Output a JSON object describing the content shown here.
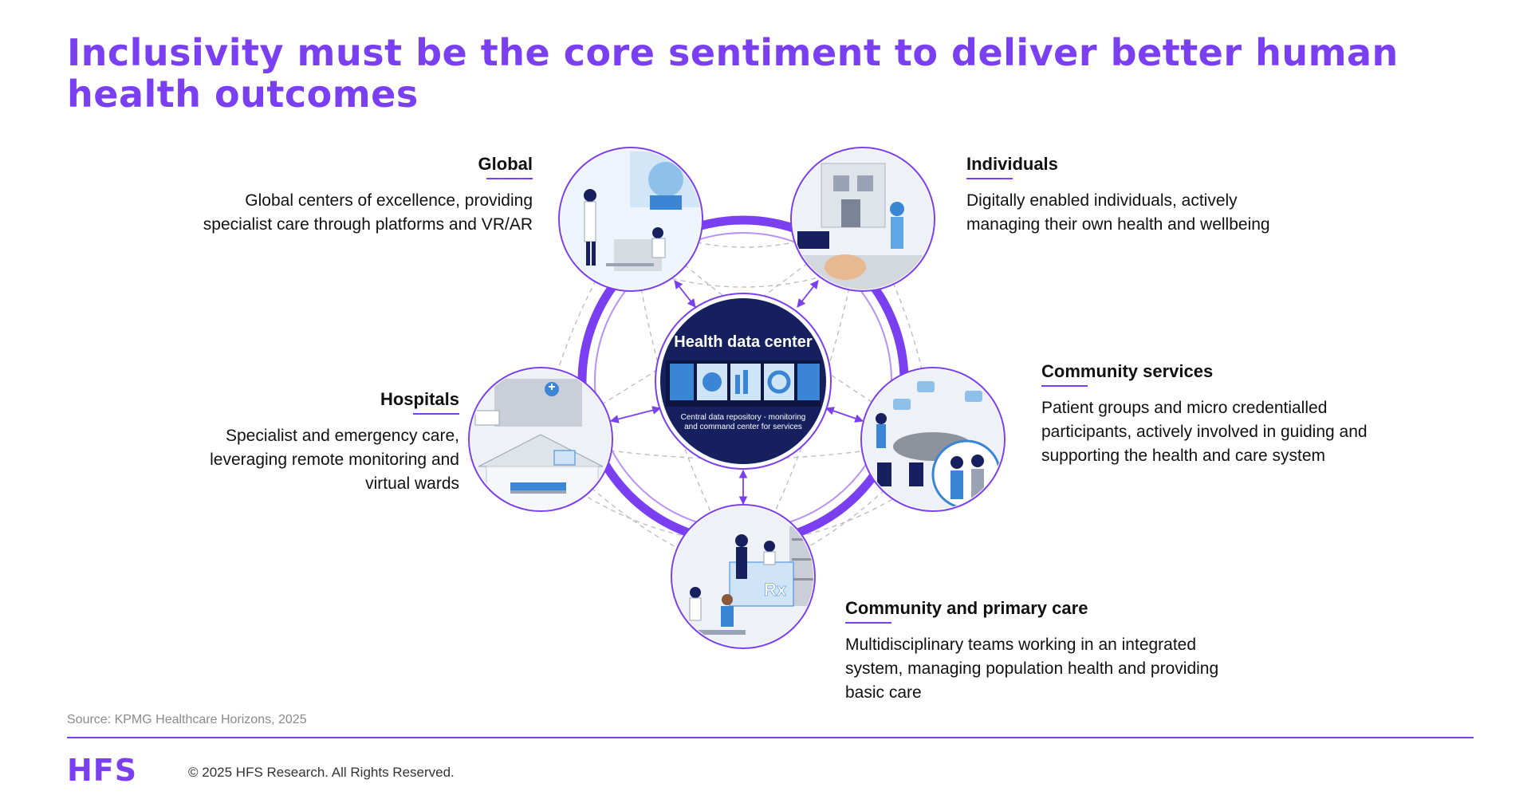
{
  "title": "Inclusivity must be the core sentiment to deliver better human health outcomes",
  "center": {
    "title": "Health data center",
    "caption": "Central data repository - monitoring and command center for services"
  },
  "nodes": {
    "global": {
      "heading": "Global",
      "description": "Global centers of excellence, providing specialist care through platforms and VR/AR"
    },
    "individuals": {
      "heading": "Individuals",
      "description": "Digitally enabled individuals, actively managing their own health and wellbeing"
    },
    "community_services": {
      "heading": "Community services",
      "description": "Patient groups and micro credentialled participants, actively involved in guiding and supporting the health and care system"
    },
    "hospitals": {
      "heading": "Hospitals",
      "description": "Specialist and emergency care, leveraging remote monitoring and virtual wards"
    },
    "community_primary_care": {
      "heading": "Community and primary care",
      "description": "Multidisciplinary teams working in an integrated system, managing population health and providing basic care",
      "sign_text": "Rx"
    }
  },
  "footer": {
    "source": "Source: KPMG Healthcare Horizons, 2025",
    "logo": "HFS",
    "copyright": "© 2025 HFS Research. All Rights Reserved."
  },
  "colors": {
    "accent": "#7b3ff2",
    "dark_navy": "#16205e",
    "light_blue": "#cfe4f7",
    "mid_blue": "#3a86d4"
  }
}
